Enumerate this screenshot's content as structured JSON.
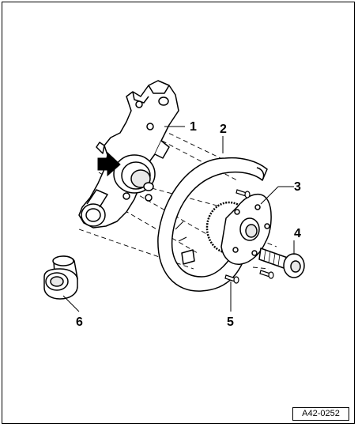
{
  "callouts": [
    "1",
    "2",
    "3",
    "4",
    "5",
    "6"
  ],
  "reference_code": "A42-0252"
}
